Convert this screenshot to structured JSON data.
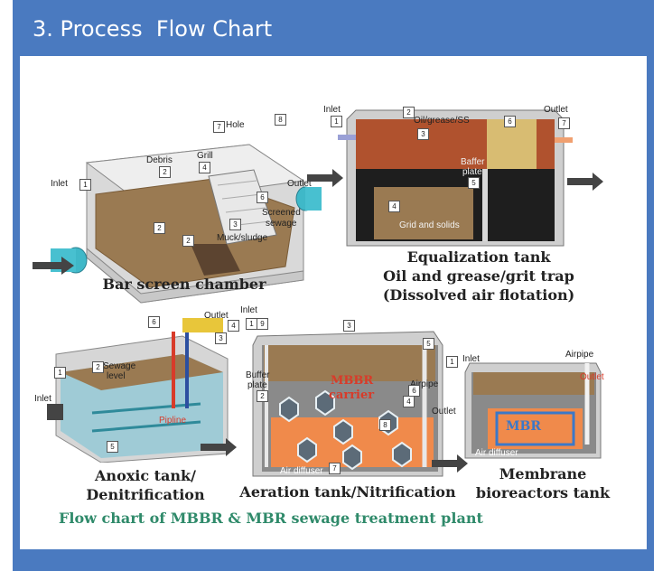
{
  "header": {
    "title": "3. Process  Flow Chart"
  },
  "bar_screen": {
    "caption": "Bar screen chamber",
    "labels": {
      "inlet": "Inlet",
      "outlet": "Outlet",
      "debris": "Debris",
      "grill": "Grill",
      "hole": "Hole",
      "screened": "Screened",
      "sewage": "sewage",
      "muck": "Muck/sludge"
    },
    "tags": [
      "1",
      "2",
      "4",
      "7",
      "8",
      "6",
      "2",
      "2",
      "3"
    ]
  },
  "equalization": {
    "caption_lines": [
      "Equalization tank",
      "Oil and grease/grit trap",
      "(Dissolved air flotation)"
    ],
    "labels": {
      "inlet": "Inlet",
      "outlet": "Outlet",
      "oil": "Oil/grease/SS",
      "baffle1": "Baffer",
      "baffle2": "plate",
      "grid": "Grid and solids"
    },
    "tags": [
      "1",
      "2",
      "3",
      "4",
      "5",
      "6",
      "7"
    ]
  },
  "anoxic": {
    "caption_lines": [
      "Anoxic tank/",
      "Denitrification"
    ],
    "labels": {
      "inlet": "Inlet",
      "outlet": "Outlet",
      "sewage1": "Sewage",
      "sewage2": "level",
      "pipeline": "Pipline"
    },
    "tags": [
      "1",
      "2",
      "3",
      "4",
      "5",
      "6"
    ]
  },
  "aeration": {
    "caption": "Aeration tank/Nitrification",
    "labels": {
      "inlet": "Inlet",
      "airpipe": "Airpipe",
      "outlet": "Outlet",
      "baffle1": "Buffer",
      "baffle2": "plate",
      "mbbr1": "MBBR",
      "mbbr2": "carrier",
      "diffuser": "Air diffuser"
    },
    "tags": [
      "1",
      "9",
      "3",
      "5",
      "6",
      "4",
      "2",
      "8",
      "7"
    ]
  },
  "membrane": {
    "caption_lines": [
      "Membrane",
      "bioreactors tank"
    ],
    "labels": {
      "inlet": "Inlet",
      "airpipe": "Airpipe",
      "outlet": "Outlet",
      "mbr": "MBR",
      "diffuser": "Air diffuser"
    },
    "tags": [
      "1"
    ]
  },
  "footer": {
    "text": "Flow chart of MBBR & MBR sewage treatment plant"
  },
  "colors": {
    "header": "#4a7ac0",
    "footer_text": "#2f8a6a",
    "tank_wall": "#bdbdbd",
    "sludge": "#9a7a52",
    "oil_layer": "#b0522e",
    "carrier_bed": "#f08a4b",
    "red_label": "#d83b2a",
    "mbr": "#3b78c8"
  }
}
